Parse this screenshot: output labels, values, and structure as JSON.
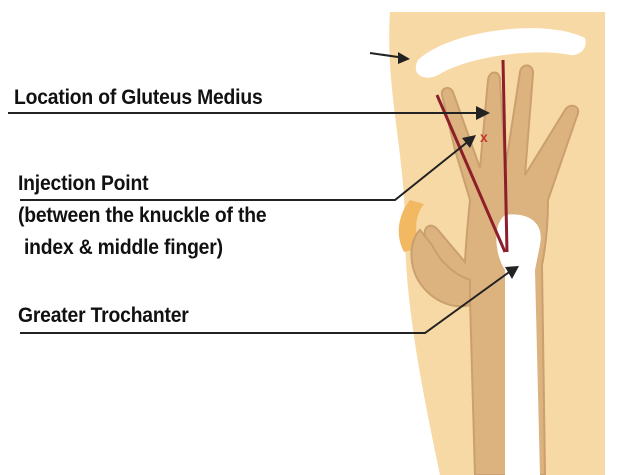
{
  "labels": {
    "gluteus_medius": "Location of Gluteus Medius",
    "injection_point": "Injection Point",
    "injection_note_line1": "(between the knuckle of the",
    "injection_note_line2": "index & middle finger)",
    "greater_trochanter": "Greater Trochanter"
  },
  "markers": {
    "injection_mark": "x"
  },
  "colors": {
    "skin": "#f7d9a6",
    "skin_shadow": "#f2c98a",
    "hand": "#dcb27f",
    "hand_outline": "#c9a06e",
    "bone": "#ffffff",
    "triangle_line": "#8c1f2a",
    "pointer_line": "#222222",
    "marker": "#c0392b",
    "text": "#111111"
  }
}
